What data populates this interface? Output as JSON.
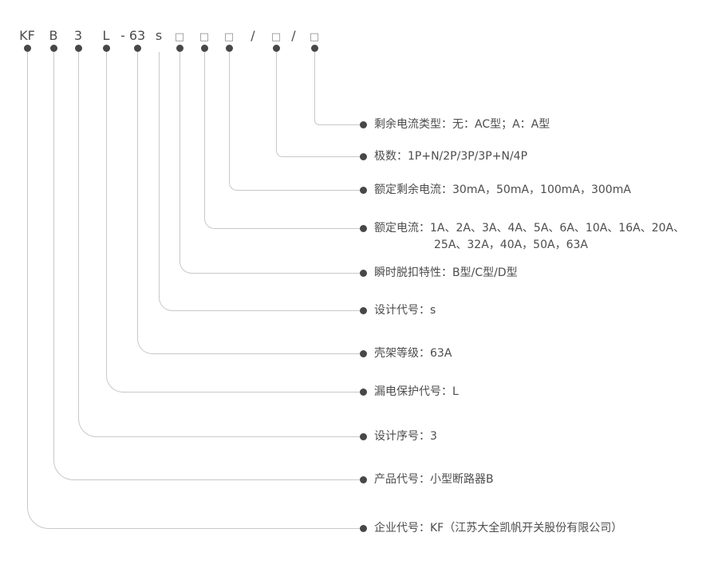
{
  "diagram": {
    "code_parts": [
      "KF",
      "B",
      "3",
      "L",
      "-",
      "63",
      "s",
      "□",
      "□",
      "□",
      "/",
      "□",
      "/",
      "□"
    ],
    "rows": [
      {
        "label": "剩余电流类型：无：AC型；A：A型"
      },
      {
        "label": "极数：1P+N/2P/3P/3P+N/4P"
      },
      {
        "label": "额定剩余电流：30mA，50mA，100mA，300mA"
      },
      {
        "label": "额定电流：1A、2A、3A、4A、5A、6A、10A、16A、20A、",
        "label2": "25A、32A，40A，50A，63A"
      },
      {
        "label": "瞬时脱扣特性：B型/C型/D型"
      },
      {
        "label": "设计代号：s"
      },
      {
        "label": "壳架等级：63A"
      },
      {
        "label": "漏电保护代号：L"
      },
      {
        "label": "设计序号：3"
      },
      {
        "label": "产品代号：小型断路器B"
      },
      {
        "label": "企业代号：KF（江苏大全凯帆开关股份有限公司）"
      }
    ],
    "colors": {
      "line": "#c8c8c8",
      "dot": "#474747",
      "text": "#4d4d4d",
      "square_border": "#8a8a8a"
    }
  }
}
